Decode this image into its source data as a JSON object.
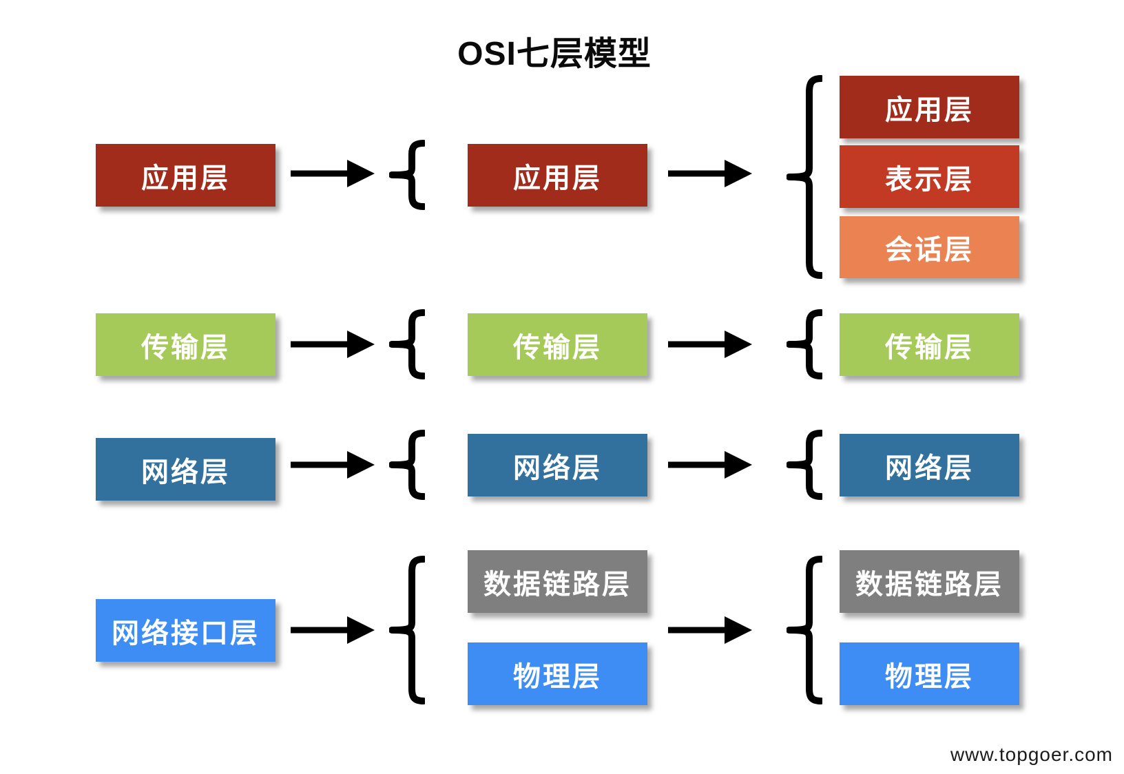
{
  "title": "OSI七层模型",
  "watermark": "www.topgoer.com",
  "palette": {
    "dark_red": "#A12C1B",
    "red": "#C23A24",
    "orange": "#EA8351",
    "green": "#A6CA59",
    "steel_blue": "#32719E",
    "bright_blue": "#3E8DF4",
    "gray": "#7F7F7F",
    "line_black": "#000000"
  },
  "columns": [
    {
      "layers": [
        {
          "label": "应用层",
          "color": "#A12C1B"
        },
        {
          "label": "传输层",
          "color": "#A6CA59"
        },
        {
          "label": "网络层",
          "color": "#32719E"
        },
        {
          "label": "网络接口层",
          "color": "#3E8DF4"
        }
      ]
    },
    {
      "layers": [
        {
          "label": "应用层",
          "color": "#A12C1B"
        },
        {
          "label": "传输层",
          "color": "#A6CA59"
        },
        {
          "label": "网络层",
          "color": "#32719E"
        },
        {
          "label": "数据链路层",
          "color": "#7F7F7F"
        },
        {
          "label": "物理层",
          "color": "#3E8DF4"
        }
      ]
    },
    {
      "layers": [
        {
          "label": "应用层",
          "color": "#A12C1B"
        },
        {
          "label": "表示层",
          "color": "#C23A24"
        },
        {
          "label": "会话层",
          "color": "#EA8351"
        },
        {
          "label": "传输层",
          "color": "#A6CA59"
        },
        {
          "label": "网络层",
          "color": "#32719E"
        },
        {
          "label": "数据链路层",
          "color": "#7F7F7F"
        },
        {
          "label": "物理层",
          "color": "#3E8DF4"
        }
      ]
    }
  ]
}
